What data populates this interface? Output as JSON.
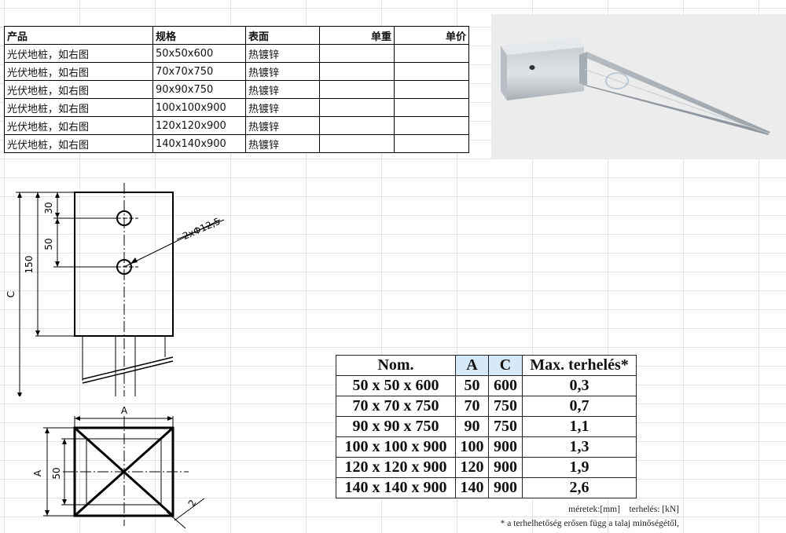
{
  "spec_table": {
    "headers": [
      "产品",
      "规格",
      "表面",
      "单重",
      "单价"
    ],
    "rows": [
      [
        "光伏地桩，如右图",
        "50x50x600",
        "热镀锌",
        "",
        ""
      ],
      [
        "光伏地桩，如右图",
        "70x70x750",
        "热镀锌",
        "",
        ""
      ],
      [
        "光伏地桩，如右图",
        "90x90x750",
        "热镀锌",
        "",
        ""
      ],
      [
        "光伏地桩，如右图",
        "100x100x900",
        "热镀锌",
        "",
        ""
      ],
      [
        "光伏地桩，如右图",
        "120x120x900",
        "热镀锌",
        "",
        ""
      ],
      [
        "光伏地桩，如右图",
        "140x140x900",
        "热镀锌",
        "",
        ""
      ]
    ]
  },
  "drawing": {
    "dim_30": "30",
    "dim_50": "50",
    "dim_150": "150",
    "dim_c": "C",
    "hole_label": "2xΦ12,5",
    "dim_a_top": "A",
    "dim_a_side": "A",
    "dim_50_bottom": "50",
    "dim_2": "2"
  },
  "load_table": {
    "headers": [
      "Nom.",
      "A",
      "C",
      "Max. terhelés*"
    ],
    "rows": [
      [
        "50 x 50 x 600",
        "50",
        "600",
        "0,3"
      ],
      [
        "70 x 70 x 750",
        "70",
        "750",
        "0,7"
      ],
      [
        "90 x 90 x 750",
        "90",
        "750",
        "1,1"
      ],
      [
        "100 x 100 x 900",
        "100",
        "900",
        "1,3"
      ],
      [
        "120 x 120 x 900",
        "120",
        "900",
        "1,9"
      ],
      [
        "140 x 140 x 900",
        "140",
        "900",
        "2,6"
      ]
    ],
    "note_units": "méretek:[mm]    terhelés: [kN]",
    "note_footnote": "* a terhelhetőség erősen függ a talaj minőségétől,"
  },
  "colors": {
    "header_highlight": "#d6e9f9",
    "grid": "#e3e3e3"
  }
}
